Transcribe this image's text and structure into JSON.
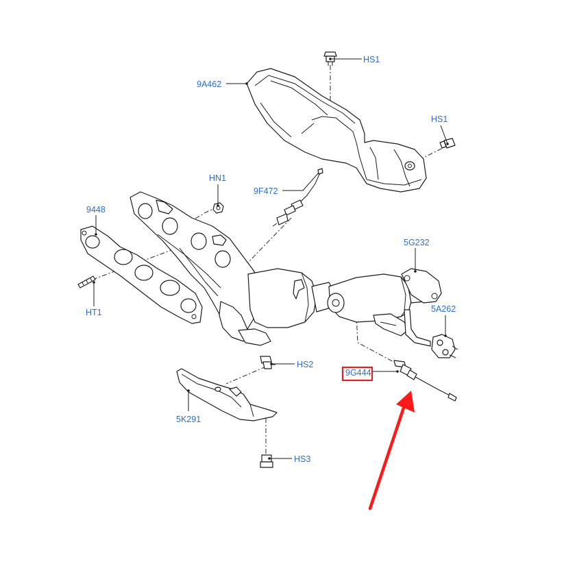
{
  "callouts": {
    "hs1_top": "HS1",
    "part_9a462": "9A462",
    "hs1_right": "HS1",
    "hn1": "HN1",
    "part_9f472": "9F472",
    "part_9448": "9448",
    "part_5g232": "5G232",
    "part_5a262": "5A262",
    "ht1": "HT1",
    "hs2": "HS2",
    "part_9g444": "9G444",
    "part_5k291": "5K291",
    "hs3": "HS3"
  },
  "highlight": {
    "target": "9G444",
    "box_color": "#e02020",
    "arrow_color": "#ff1a1a"
  },
  "colors": {
    "label_text": "#2a6fd1",
    "line_art": "#1a1a1a",
    "background": "#ffffff"
  }
}
